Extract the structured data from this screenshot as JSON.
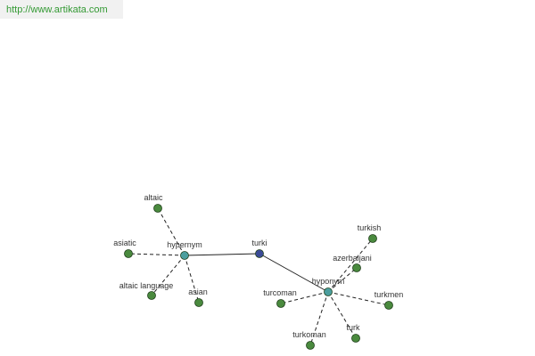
{
  "header": {
    "url": "http://www.artikata.com"
  },
  "colors": {
    "leaf": "#4a8a3e",
    "hub": "#4b9e9e",
    "center": "#3a4a96",
    "edge": "#222222",
    "node_stroke": "#1f3f1a"
  },
  "graph": {
    "nodes": [
      {
        "id": "turki",
        "label": "turki",
        "kind": "center"
      },
      {
        "id": "hypernym",
        "label": "hypernym",
        "kind": "hub"
      },
      {
        "id": "hyponym",
        "label": "hyponym",
        "kind": "hub"
      },
      {
        "id": "altaic",
        "label": "altaic",
        "kind": "leaf"
      },
      {
        "id": "asiatic",
        "label": "asiatic",
        "kind": "leaf"
      },
      {
        "id": "altaic-language",
        "label": "altaic language",
        "kind": "leaf"
      },
      {
        "id": "asian",
        "label": "asian",
        "kind": "leaf"
      },
      {
        "id": "turkish",
        "label": "turkish",
        "kind": "leaf"
      },
      {
        "id": "azerbaijani",
        "label": "azerbaijani",
        "kind": "leaf"
      },
      {
        "id": "turcoman",
        "label": "turcoman",
        "kind": "leaf"
      },
      {
        "id": "turkmen",
        "label": "turkmen",
        "kind": "leaf"
      },
      {
        "id": "turkoman",
        "label": "turkoman",
        "kind": "leaf"
      },
      {
        "id": "turk",
        "label": "turk",
        "kind": "leaf"
      }
    ],
    "edges": [
      {
        "from": "turki",
        "to": "hypernym",
        "style": "solid"
      },
      {
        "from": "turki",
        "to": "hyponym",
        "style": "solid"
      },
      {
        "from": "hypernym",
        "to": "altaic",
        "style": "dashed"
      },
      {
        "from": "hypernym",
        "to": "asiatic",
        "style": "dashed"
      },
      {
        "from": "hypernym",
        "to": "altaic-language",
        "style": "dashed"
      },
      {
        "from": "hypernym",
        "to": "asian",
        "style": "dashed"
      },
      {
        "from": "hyponym",
        "to": "turkish",
        "style": "dashed"
      },
      {
        "from": "hyponym",
        "to": "azerbaijani",
        "style": "dashed"
      },
      {
        "from": "hyponym",
        "to": "turcoman",
        "style": "dashed"
      },
      {
        "from": "hyponym",
        "to": "turkmen",
        "style": "dashed"
      },
      {
        "from": "hyponym",
        "to": "turkoman",
        "style": "dashed"
      },
      {
        "from": "hyponym",
        "to": "turk",
        "style": "dashed"
      }
    ]
  }
}
